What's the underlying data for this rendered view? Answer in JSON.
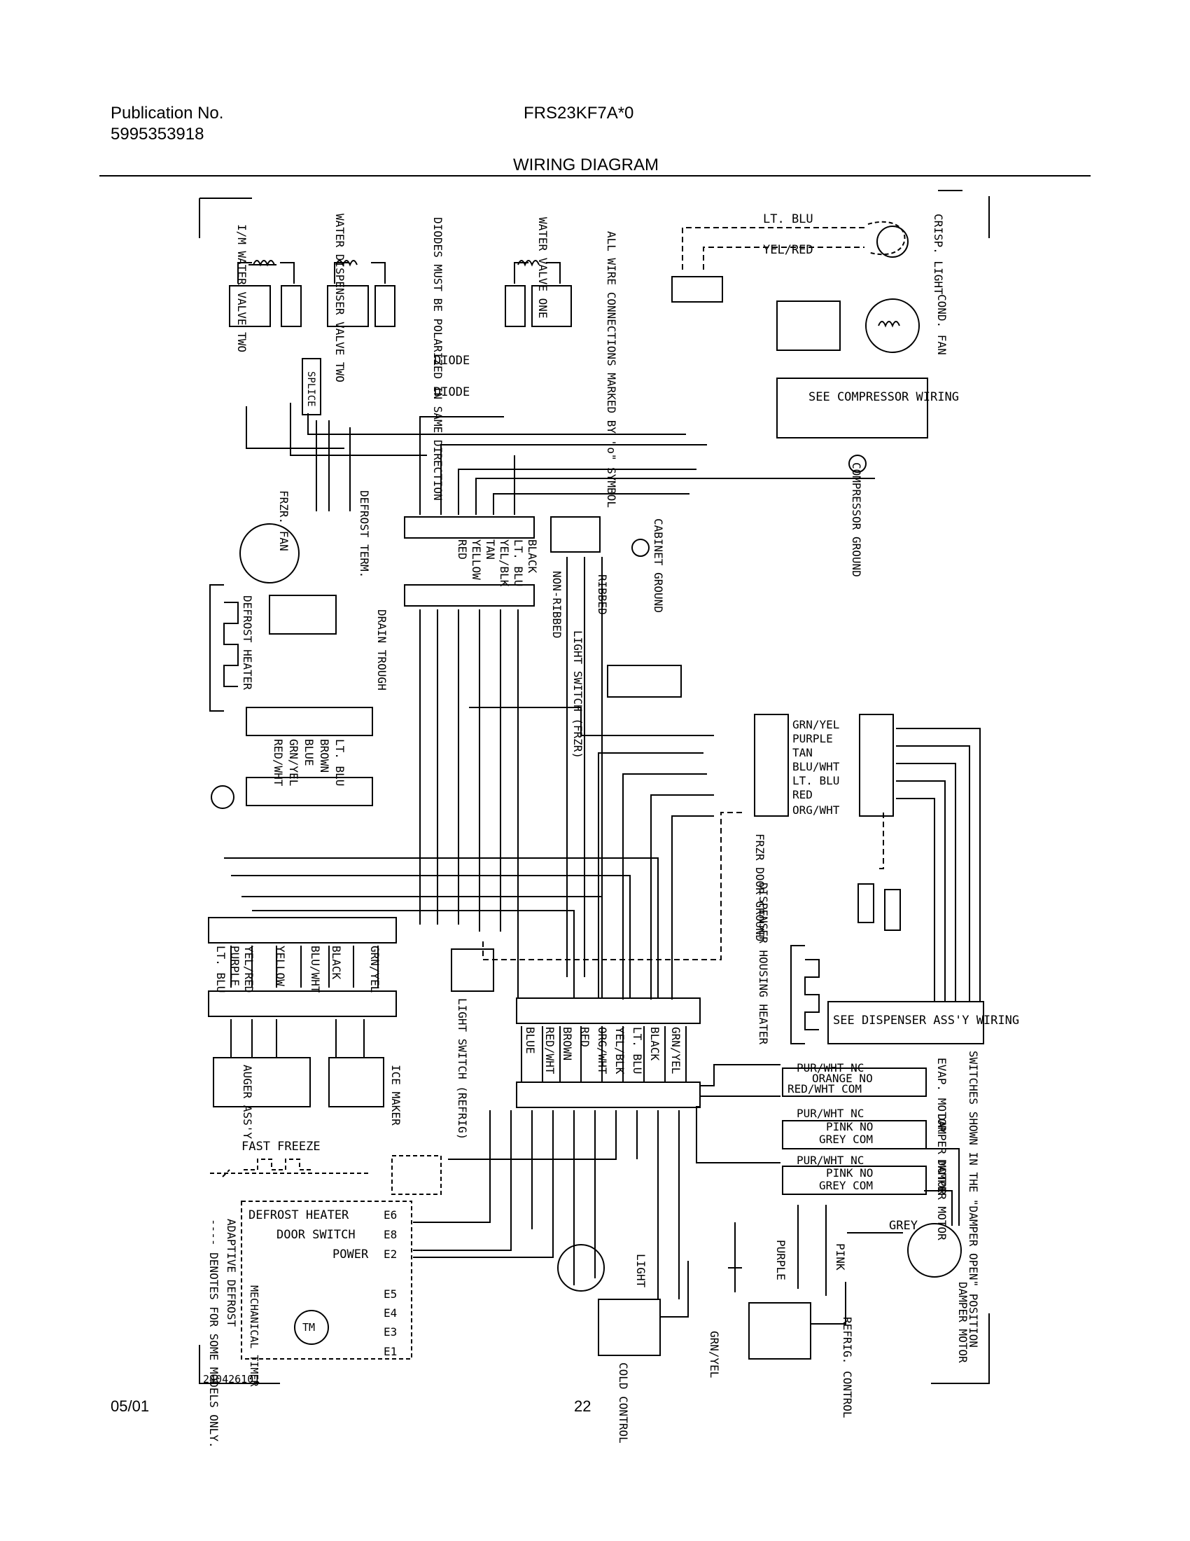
{
  "header": {
    "publication_label": "Publication No.",
    "publication_number": "5995353918",
    "model": "FRS23KF7A*0",
    "title": "WIRING DIAGRAM"
  },
  "footer": {
    "date": "05/01",
    "page": "22",
    "drawing_number": "240426101"
  },
  "components": {
    "im_valve": "I/M WATER VALVE TWO",
    "dispenser_valve": "WATER DISPENSER VALVE TWO",
    "diodes_note": "DIODES MUST BE POLARIZED IN SAME DIRECTION",
    "water_valve_one": "WATER VALVE ONE",
    "connections_note": "ALL WIRE CONNECTIONS MARKED BY \"o\" SYMBOL",
    "crisp_light": "CRISP. LIGHT",
    "cond_fan": "COND. FAN",
    "compressor_wiring": "SEE COMPRESSOR WIRING",
    "compressor_ground": "COMPRESSOR GROUND",
    "cabinet_ground": "CABINET GROUND",
    "ribbed": "RIBBED",
    "non_ribbed": "NON-RIBBED",
    "diode1": "DIODE",
    "diode2": "DIODE",
    "splice": "SPLICE",
    "frzr_fan": "FRZR. FAN",
    "defrost_term": "DEFROST TERM.",
    "defrost_heater": "DEFROST HEATER",
    "drain_trough": "DRAIN TROUGH",
    "light_switch_frzr": "LIGHT SWITCH (FRZR)",
    "frzr_door_ground": "FRZR DOOR GROUND",
    "dispenser_housing_heater": "DISPENSER HOUSING HEATER",
    "dispenser_wiring": "SEE DISPENSER ASS'Y WIRING",
    "light_switch_refrig": "LIGHT SWITCH (REFRIG)",
    "auger_assy": "AUGER ASS'Y",
    "ice_maker": "ICE MAKER",
    "fast_freeze": "FAST FREEZE",
    "timer_defrost_heater": "DEFROST HEATER",
    "timer_door_switch": "DOOR SWITCH",
    "timer_power": "POWER",
    "adaptive_defrost": "ADAPTIVE DEFROST",
    "mechanical_timer": "MECHANICAL TIMER",
    "tm": "TM",
    "models_note": "---- DENOTES FOR SOME MODELS ONLY.",
    "light": "LIGHT",
    "cold_control": "COLD CONTROL",
    "refrig_control": "REFRIG. CONTROL",
    "damper_motor": "DAMPER MOTOR",
    "switches_note": "SWITCHES SHOWN IN THE \"DAMPER OPEN\" POSITION",
    "evap_motor": "EVAP. MOTOR",
    "damper_motor_sw1": "DAMPER MOTOR",
    "damper_motor_sw2": "DAMPER MOTOR",
    "purple": "PURPLE",
    "pink": "PINK",
    "grey": "GREY",
    "grn_yel": "GRN/YEL"
  },
  "wire_groups": {
    "upper_harness": [
      "BLACK",
      "LT. BLU",
      "YEL/BLK",
      "TAN",
      "YELLOW",
      "RED"
    ],
    "frzr_connector": [
      "LT. BLU",
      "BROWN",
      "BLUE",
      "GRN/YEL",
      "RED/WHT"
    ],
    "right_connector": [
      "GRN/YEL",
      "PURPLE",
      "TAN",
      "BLU/WHT",
      "LT. BLU",
      "RED",
      "ORG/WHT"
    ],
    "left_lower": [
      "LT. BLU",
      "PURPLE",
      "YEL/RED",
      "YELLOW",
      "BLU/WHT",
      "BLACK",
      "GRN/YEL"
    ],
    "center_lower": [
      "BLUE",
      "RED/WHT",
      "BROWN",
      "RED",
      "ORG/WHT",
      "YEL/BLK",
      "LT. BLU",
      "BLACK",
      "GRN/YEL"
    ],
    "timer_terminals": [
      "E6",
      "E8",
      "E2",
      "E5",
      "E4",
      "E3",
      "E1"
    ],
    "switch1": [
      "PUR/WHT NC",
      "ORANGE NO",
      "RED/WHT COM"
    ],
    "switch2": [
      "PUR/WHT NC",
      "PINK NO",
      "GREY COM"
    ],
    "switch3": [
      "PUR/WHT NC",
      "PINK NO",
      "GREY COM"
    ],
    "crisp_wires": [
      "LT. BLU",
      "YEL/RED"
    ]
  }
}
